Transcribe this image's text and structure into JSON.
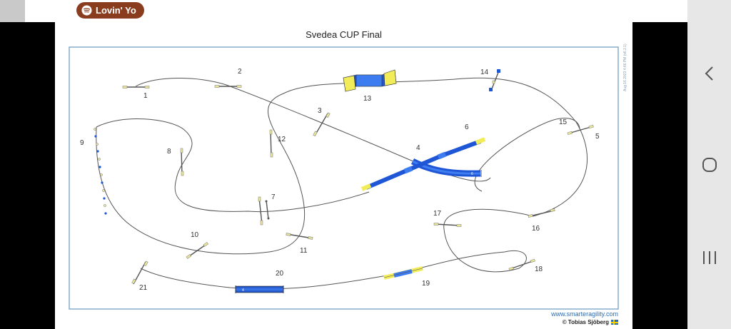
{
  "status": {
    "spotify_label": "Lovin' Yo"
  },
  "nav": {
    "back_icon": "chevron-left-icon",
    "home_icon": "circle-icon",
    "recents_icon": "three-bars-icon"
  },
  "course": {
    "title": "Svedea CUP Final",
    "date_stamp": "Aug 16 2023 4:46 PM (v6.2.1)",
    "site": "www.smarteragility.com",
    "credit": "© Tobias Sjöberg",
    "numbers": [
      "1",
      "2",
      "3",
      "4",
      "5",
      "6",
      "7",
      "8",
      "9",
      "10",
      "11",
      "12",
      "13",
      "14",
      "15",
      "16",
      "17",
      "18",
      "19",
      "20",
      "21"
    ],
    "tunnel_labels": {
      "t6": "6",
      "t20": "4"
    },
    "colors": {
      "tunnel_blue": "#1f56d6",
      "tunnel_yellow": "#f2ec59",
      "border": "#7fa7c8",
      "path": "#555555"
    }
  }
}
